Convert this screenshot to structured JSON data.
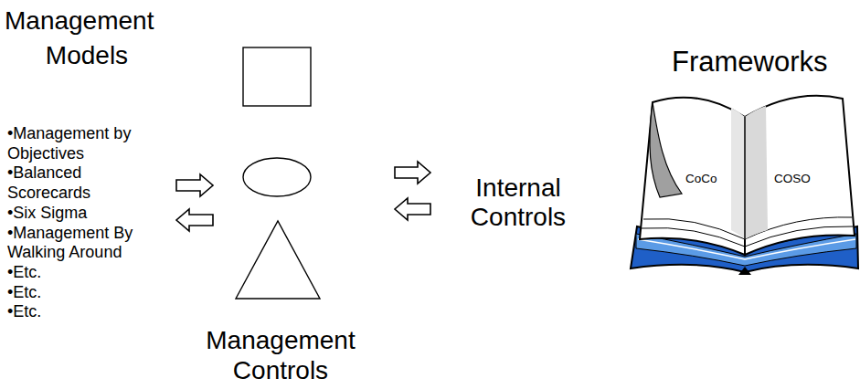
{
  "diagram": {
    "labels": [
      "Management",
      "Models",
      "•Management by Objectives",
      "•Balanced Scorecards",
      "•Six Sigma",
      "•Management By Walking Around",
      "•Etc.",
      "•Etc.",
      "•Etc.",
      "Management Controls",
      "Internal Controls",
      "Frameworks",
      "CoCo",
      "COSO"
    ]
  }
}
